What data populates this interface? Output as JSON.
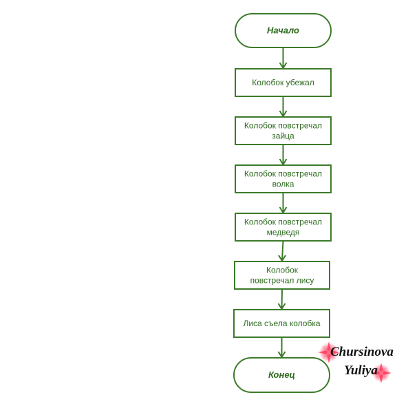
{
  "colors": {
    "stroke": "#3c7a2a",
    "text": "#2e6b1f",
    "background": "#ffffff"
  },
  "flowchart": {
    "nodes": [
      {
        "id": "start",
        "shape": "terminal",
        "lines": [
          "Начало"
        ]
      },
      {
        "id": "ran-away",
        "shape": "process",
        "lines": [
          "Колобок убежал"
        ]
      },
      {
        "id": "met-hare",
        "shape": "process",
        "lines": [
          "Колобок повстречал",
          "зайца"
        ]
      },
      {
        "id": "met-wolf",
        "shape": "process",
        "lines": [
          "Колобок повстречал",
          "волка"
        ]
      },
      {
        "id": "met-bear",
        "shape": "process",
        "lines": [
          "Колобок повстречал",
          "медведя"
        ]
      },
      {
        "id": "met-fox",
        "shape": "process",
        "lines": [
          "Колобок",
          "повстречал лису"
        ]
      },
      {
        "id": "fox-ate",
        "shape": "process",
        "lines": [
          "Лиса съела колобка"
        ]
      },
      {
        "id": "end",
        "shape": "terminal",
        "lines": [
          "Конец"
        ]
      }
    ],
    "edges": [
      {
        "from": "start",
        "to": "ran-away"
      },
      {
        "from": "ran-away",
        "to": "met-hare"
      },
      {
        "from": "met-hare",
        "to": "met-wolf"
      },
      {
        "from": "met-wolf",
        "to": "met-bear"
      },
      {
        "from": "met-bear",
        "to": "met-fox"
      },
      {
        "from": "met-fox",
        "to": "fox-ate"
      },
      {
        "from": "fox-ate",
        "to": "end"
      }
    ]
  },
  "watermark": {
    "line1": "Chursinova",
    "line2": "Yuliya"
  }
}
